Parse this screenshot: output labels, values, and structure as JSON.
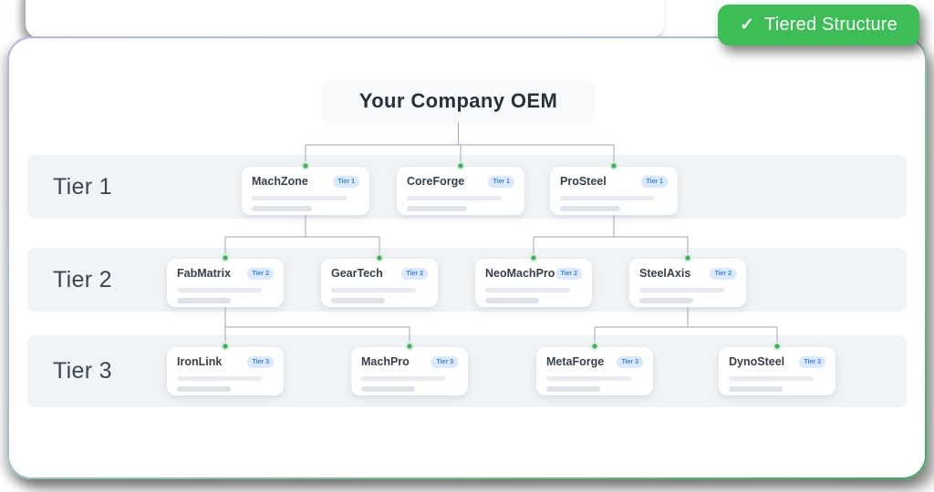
{
  "badge": {
    "check": "✓",
    "label": "Tiered Structure",
    "bg_color": "#3cbd55"
  },
  "title": {
    "label": "Your Company OEM"
  },
  "tiers": [
    {
      "label": "Tier 1"
    },
    {
      "label": "Tier 2"
    },
    {
      "label": "Tier 3"
    }
  ],
  "nodes": {
    "machzone": {
      "name": "MachZone",
      "badge": "Tier 1"
    },
    "coreforge": {
      "name": "CoreForge",
      "badge": "Tier 1"
    },
    "prosteel": {
      "name": "ProSteel",
      "badge": "Tier 1"
    },
    "fabmatrix": {
      "name": "FabMatrix",
      "badge": "Tier 2"
    },
    "geartech": {
      "name": "GearTech",
      "badge": "Tier 2"
    },
    "neomachpro": {
      "name": "NeoMachPro",
      "badge": "Tier 2"
    },
    "steelaxis": {
      "name": "SteelAxis",
      "badge": "Tier 2"
    },
    "ironlink": {
      "name": "IronLink",
      "badge": "Tier 3"
    },
    "machpro": {
      "name": "MachPro",
      "badge": "Tier 3"
    },
    "metaforge": {
      "name": "MetaForge",
      "badge": "Tier 3"
    },
    "dynosteel": {
      "name": "DynoSteel",
      "badge": "Tier 3"
    }
  },
  "hierarchy": {
    "edges": [
      {
        "parent": "title",
        "children": [
          "machzone",
          "coreforge",
          "prosteel"
        ]
      },
      {
        "parent": "machzone",
        "children": [
          "fabmatrix",
          "geartech"
        ]
      },
      {
        "parent": "prosteel",
        "children": [
          "neomachpro",
          "steelaxis"
        ]
      },
      {
        "parent": "fabmatrix",
        "children": [
          "ironlink",
          "machpro"
        ]
      },
      {
        "parent": "steelaxis",
        "children": [
          "metaforge",
          "dynosteel"
        ]
      }
    ]
  },
  "colors": {
    "connector_line": "#9ca7b3",
    "node_dot": "#3fae5e",
    "node_dot_ring": "#d9f0de",
    "pill_bg": "#dbeafe",
    "pill_text": "#3b82f6",
    "border_gradient_start": "#b6b4e4",
    "border_gradient_end": "#3fae5e"
  }
}
